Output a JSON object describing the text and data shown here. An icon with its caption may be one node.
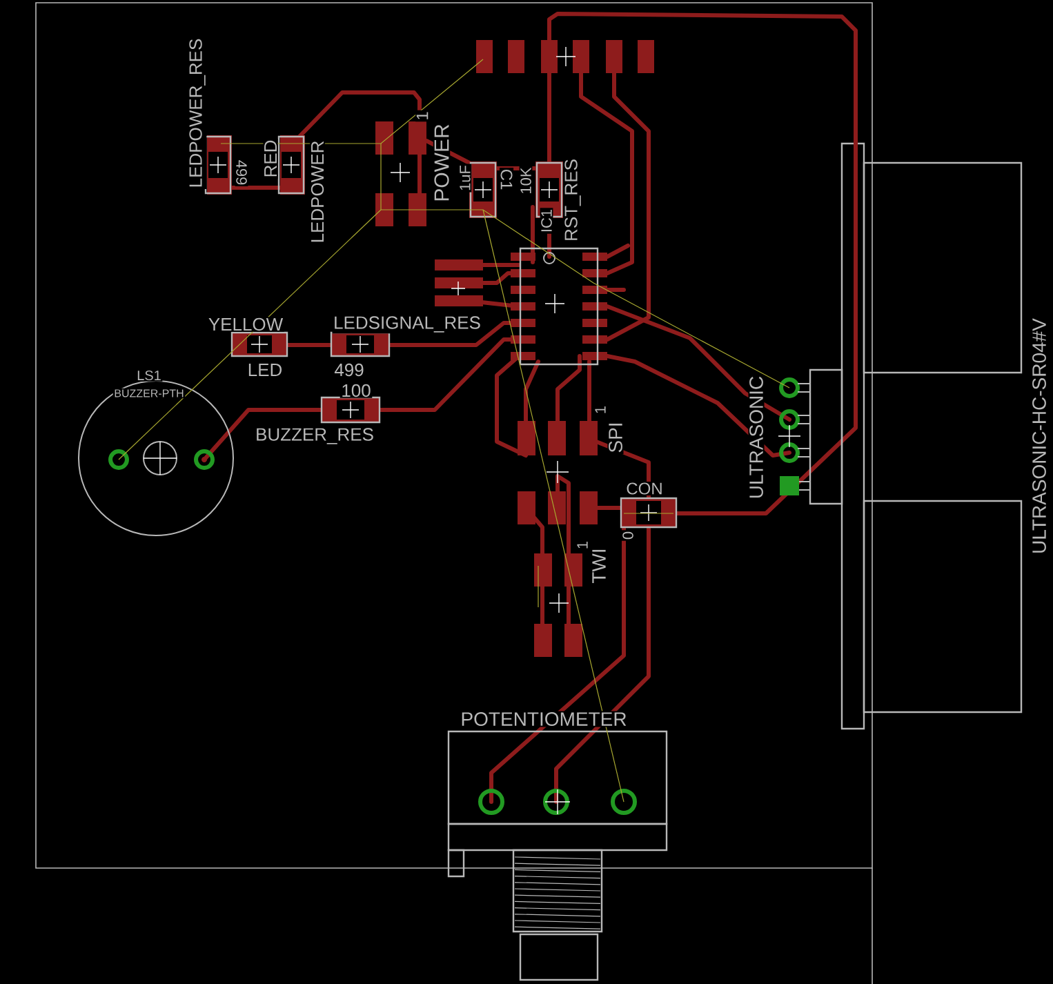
{
  "diagram": {
    "labels": [
      "LEDPOWER_RES",
      "499",
      "RED",
      "LEDPOWER",
      "1",
      "POWER",
      "1uF",
      "C1",
      "10K",
      "RST_RES",
      "IC1",
      "YELLOW",
      "LEDSIGNAL_RES",
      "LED",
      "499",
      "LS1",
      "100",
      "BUZZER_RES",
      "BUZZER-PTH",
      "ULTRASONIC",
      "1",
      "SPI",
      "CON",
      "0",
      "1",
      "TWI",
      "ULTRASONIC-HC-SR04#V",
      "POTENTIOMETER"
    ]
  }
}
